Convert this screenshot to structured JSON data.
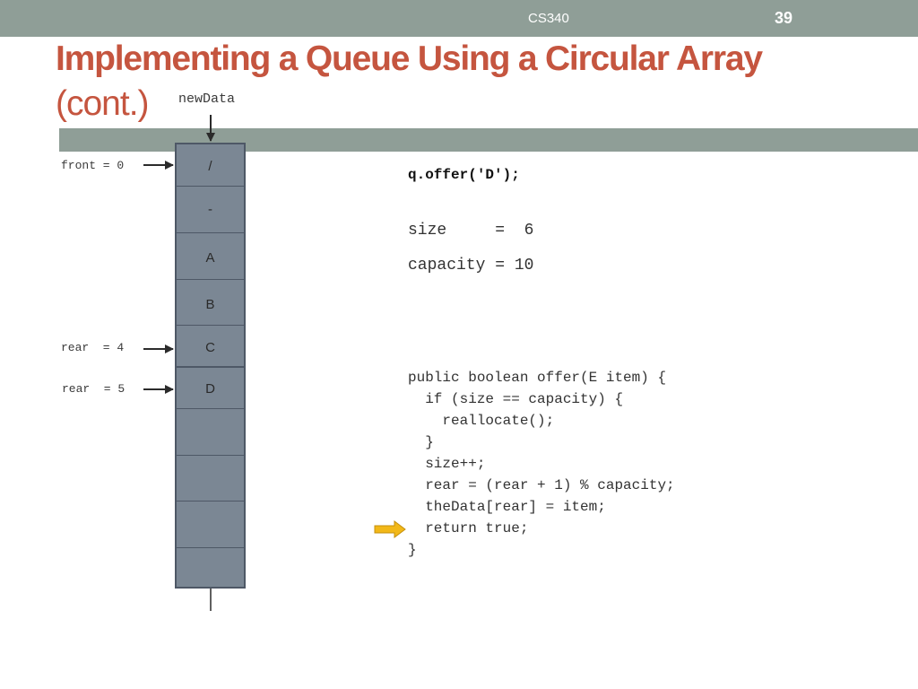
{
  "header": {
    "course": "CS340",
    "page_number": "39"
  },
  "title": {
    "main": "Implementing a Queue Using a Circular Array",
    "sub": "(cont.)"
  },
  "diagram": {
    "new_data_label": "newData",
    "cells": [
      "/",
      "-",
      "A",
      "B",
      "C",
      "D",
      "",
      "",
      "",
      ""
    ],
    "pointers": {
      "front": "front = 0",
      "rear_old": "rear  = 4",
      "rear_new": "rear  = 5"
    },
    "colors": {
      "cell_fill": "#7b8794",
      "cell_border": "#4e5866",
      "arrow": "#2b2b2b",
      "highlight_arrow": "#f2b818"
    }
  },
  "code": {
    "call": "q.offer('D');",
    "size_line": "size     =  6",
    "capacity_line": "capacity = 10",
    "lines": [
      "public boolean offer(E item) {",
      "  if (size == capacity) {",
      "    reallocate();",
      "  }",
      "  size++;",
      "  rear = (rear + 1) % capacity;",
      "  theData[rear] = item;",
      "  return true;",
      "}"
    ],
    "current_line_index": 7
  }
}
